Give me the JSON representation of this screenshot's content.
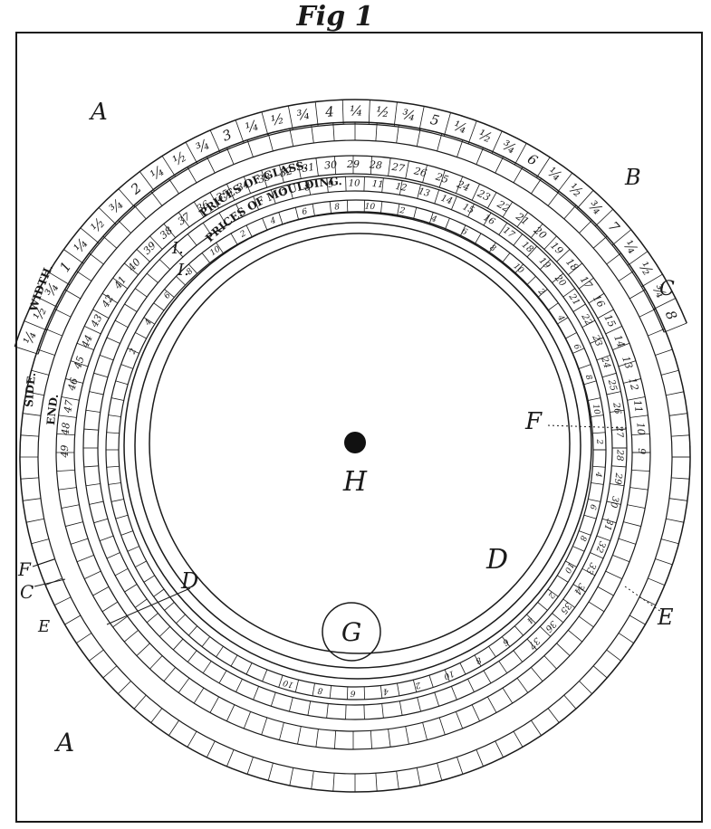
{
  "figure": {
    "title": "Fig 1",
    "ring_titles": {
      "glass": "PRICES OF GLASS.",
      "moulding": "PRICES OF MOULDING.",
      "width": "WIDTH.",
      "side": "SIDE.",
      "end": "END."
    },
    "reference_letters": {
      "A_top": "A",
      "A_bottom": "A",
      "B": "B",
      "C_right": "C",
      "C_left": "C",
      "D_center": "D",
      "D_left": "D",
      "E_right": "E",
      "E_left": "E",
      "F_right": "F",
      "F_left": "F",
      "G": "G",
      "H": "H",
      "I_upper": "I.",
      "I_lower": "I."
    },
    "width_scale": [
      "¼",
      "½",
      "¾",
      "1",
      "¼",
      "½",
      "¾",
      "2",
      "¼",
      "½",
      "¾",
      "3",
      "¼",
      "½",
      "¾",
      "4",
      "¼",
      "½",
      "¾",
      "5",
      "¼",
      "½",
      "¾",
      "6",
      "¼",
      "½",
      "¾",
      "7",
      "¼",
      "½",
      "¾",
      "8"
    ],
    "side_scale": [
      "49",
      "48",
      "47",
      "46",
      "45",
      "44",
      "43",
      "42",
      "41",
      "40",
      "39",
      "38",
      "37",
      "36",
      "35",
      "34",
      "33",
      "32",
      "31",
      "30",
      "29",
      "28",
      "27",
      "26",
      "25",
      "24",
      "23",
      "22",
      "21",
      "20",
      "19",
      "18",
      "17",
      "16",
      "15",
      "14",
      "13",
      "12",
      "11",
      "10",
      "9"
    ],
    "glass_scale": [
      "7",
      "8",
      "9",
      "10",
      "11",
      "12",
      "13",
      "14",
      "15",
      "16",
      "17",
      "18",
      "19",
      "20",
      "21",
      "22",
      "23",
      "24",
      "25",
      "26",
      "27",
      "28",
      "29",
      "30",
      "31",
      "32",
      "33",
      "34",
      "35",
      "36",
      "37"
    ],
    "moulding_scale": [
      "2",
      "4",
      "6",
      "8",
      "10",
      "2",
      "4",
      "6",
      "8",
      "10",
      "2",
      "4",
      "6",
      "8",
      "10",
      "2",
      "4",
      "6",
      "8",
      "10",
      "2",
      "4",
      "6",
      "8",
      "10",
      "2",
      "4",
      "6",
      "8",
      "10",
      "2",
      "4",
      "6",
      "8",
      "10"
    ]
  }
}
